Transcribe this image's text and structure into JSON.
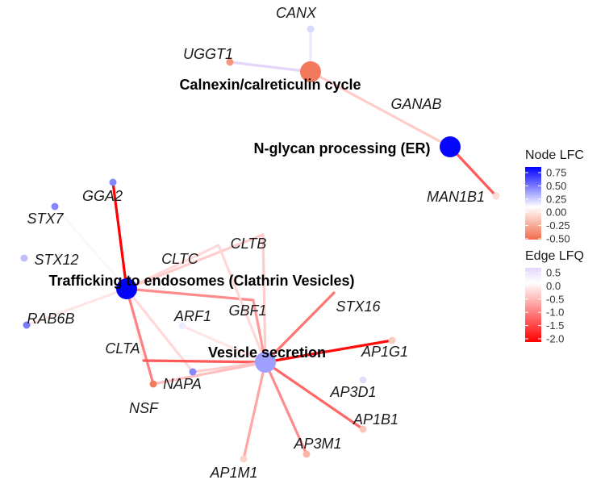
{
  "network": {
    "pathway_nodes": [
      {
        "id": "calnexin",
        "label": "Calnexin/calreticulin cycle",
        "lfc": -0.45
      },
      {
        "id": "nglycan",
        "label": "N-glycan processing (ER)",
        "lfc": 0.78
      },
      {
        "id": "trafficking",
        "label": "Trafficking to endosomes (Clathrin Vesicles)",
        "lfc": 0.8
      },
      {
        "id": "vesicle",
        "label": "Vesicle secretion",
        "lfc": 0.3
      }
    ],
    "gene_nodes": [
      {
        "id": "CANX",
        "label": "CANX",
        "lfc": 0.12
      },
      {
        "id": "UGGT1",
        "label": "UGGT1",
        "lfc": -0.35
      },
      {
        "id": "GANAB",
        "label": "GANAB",
        "lfc": null
      },
      {
        "id": "MAN1B1",
        "label": "MAN1B1",
        "lfc": -0.12
      },
      {
        "id": "GGA2",
        "label": "GGA2",
        "lfc": 0.38
      },
      {
        "id": "STX7",
        "label": "STX7",
        "lfc": 0.38
      },
      {
        "id": "STX12",
        "label": "STX12",
        "lfc": 0.2
      },
      {
        "id": "RAB6B",
        "label": "RAB6B",
        "lfc": 0.42
      },
      {
        "id": "CLTC",
        "label": "CLTC",
        "lfc": null
      },
      {
        "id": "CLTB",
        "label": "CLTB",
        "lfc": null
      },
      {
        "id": "ARF1",
        "label": "ARF1",
        "lfc": 0.06
      },
      {
        "id": "GBF1",
        "label": "GBF1",
        "lfc": null
      },
      {
        "id": "CLTA",
        "label": "CLTA",
        "lfc": null
      },
      {
        "id": "NAPA",
        "label": "NAPA",
        "lfc": 0.38
      },
      {
        "id": "NSF",
        "label": "NSF",
        "lfc": -0.45
      },
      {
        "id": "STX16",
        "label": "STX16",
        "lfc": null
      },
      {
        "id": "AP1G1",
        "label": "AP1G1",
        "lfc": -0.18
      },
      {
        "id": "AP3D1",
        "label": "AP3D1",
        "lfc": 0.1
      },
      {
        "id": "AP1B1",
        "label": "AP1B1",
        "lfc": -0.2
      },
      {
        "id": "AP3M1",
        "label": "AP3M1",
        "lfc": -0.25
      },
      {
        "id": "AP1M1",
        "label": "AP1M1",
        "lfc": -0.15
      }
    ],
    "edges": [
      {
        "from": "calnexin",
        "to": "CANX",
        "lfq": 0.3
      },
      {
        "from": "calnexin",
        "to": "UGGT1",
        "lfq": 0.5
      },
      {
        "from": "calnexin",
        "to": "nglycan",
        "lfq": -0.4
      },
      {
        "from": "nglycan",
        "to": "MAN1B1",
        "lfq": -1.3
      },
      {
        "from": "trafficking",
        "to": "GGA2",
        "lfq": -2.0
      },
      {
        "from": "trafficking",
        "to": "STX7",
        "lfq": 0.1
      },
      {
        "from": "trafficking",
        "to": "STX12",
        "lfq": 0.0
      },
      {
        "from": "trafficking",
        "to": "RAB6B",
        "lfq": -0.2
      },
      {
        "from": "trafficking",
        "to": "CLTC",
        "lfq": -0.3
      },
      {
        "from": "trafficking",
        "to": "CLTB",
        "lfq": -0.4
      },
      {
        "from": "trafficking",
        "to": "ARF1",
        "lfq": 0.0
      },
      {
        "from": "trafficking",
        "to": "GBF1",
        "lfq": -0.9
      },
      {
        "from": "trafficking",
        "to": "CLTA",
        "lfq": -0.1
      },
      {
        "from": "trafficking",
        "to": "NAPA",
        "lfq": -0.3
      },
      {
        "from": "trafficking",
        "to": "NSF",
        "lfq": -1.0
      },
      {
        "from": "vesicle",
        "to": "CLTC",
        "lfq": -0.3
      },
      {
        "from": "vesicle",
        "to": "CLTB",
        "lfq": -0.4
      },
      {
        "from": "vesicle",
        "to": "ARF1",
        "lfq": -0.2
      },
      {
        "from": "vesicle",
        "to": "GBF1",
        "lfq": -0.8
      },
      {
        "from": "vesicle",
        "to": "CLTA",
        "lfq": -1.3
      },
      {
        "from": "vesicle",
        "to": "NAPA",
        "lfq": -0.4
      },
      {
        "from": "vesicle",
        "to": "NSF",
        "lfq": -0.5
      },
      {
        "from": "vesicle",
        "to": "STX16",
        "lfq": -1.1
      },
      {
        "from": "vesicle",
        "to": "AP1G1",
        "lfq": -1.9
      },
      {
        "from": "vesicle",
        "to": "AP3D1",
        "lfq": 0.0
      },
      {
        "from": "vesicle",
        "to": "AP1B1",
        "lfq": -1.2
      },
      {
        "from": "vesicle",
        "to": "AP3M1",
        "lfq": -0.9
      },
      {
        "from": "vesicle",
        "to": "AP1M1",
        "lfq": -0.7
      }
    ]
  },
  "legend": {
    "node": {
      "title": "Node LFC",
      "ticks": [
        "0.75",
        "0.50",
        "0.25",
        "0.00",
        "-0.25",
        "-0.50"
      ],
      "colors": {
        "high": "#0000ff",
        "mid": "#ffffff",
        "low": "#f26b4a"
      }
    },
    "edge": {
      "title": "Edge LFQ",
      "ticks": [
        "0.5",
        "0.0",
        "-0.5",
        "-1.0",
        "-1.5",
        "-2.0"
      ],
      "colors": {
        "high": "#e4d6fb",
        "mid": "#ffffff",
        "low": "#ff0000"
      }
    }
  }
}
